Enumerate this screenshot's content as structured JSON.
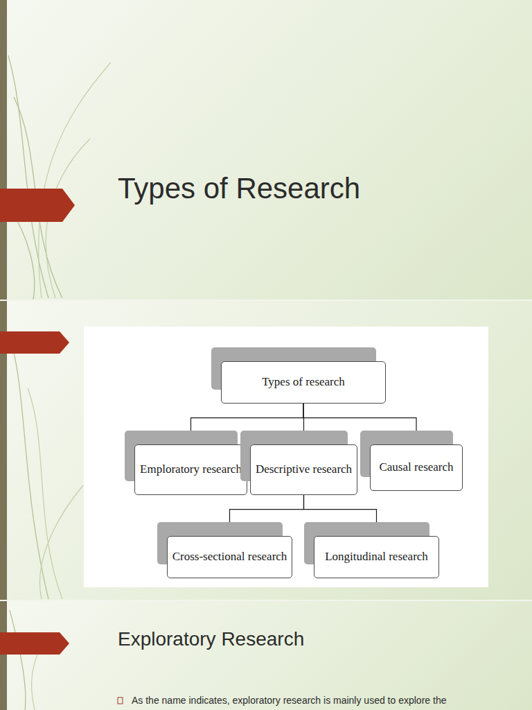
{
  "diagram": {
    "title": "Types of Research",
    "nodes": [
      {
        "text": [
          "Types of research"
        ]
      },
      {
        "text": [
          "Emploratory research"
        ]
      },
      {
        "text": [
          "Descriptive research"
        ]
      },
      {
        "text": [
          "Causal research"
        ]
      },
      {
        "text": [
          "Cross-sectional research"
        ]
      },
      {
        "text": [
          "Longitudinal research"
        ]
      }
    ],
    "edges": [
      {
        "from": 0,
        "to": 1,
        "arrow": "none"
      },
      {
        "from": 0,
        "to": 2,
        "arrow": "none"
      },
      {
        "from": 0,
        "to": 3,
        "arrow": "none"
      },
      {
        "from": 2,
        "to": 4,
        "arrow": "none"
      },
      {
        "from": 2,
        "to": 5,
        "arrow": "none"
      }
    ],
    "labels": [
      "Exploratory Research",
      "As the name indicates, exploratory research is mainly used to explore the"
    ]
  }
}
